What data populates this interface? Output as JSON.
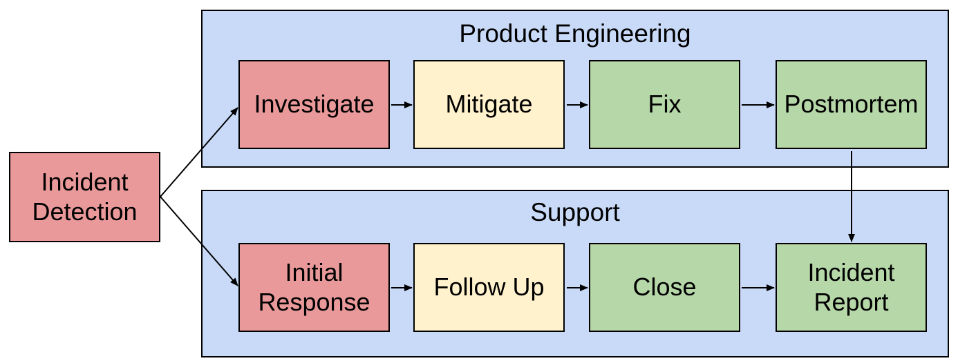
{
  "diagram": {
    "source": {
      "label": "Incident Detection",
      "fill": "#E99999"
    },
    "lanes": [
      {
        "title": "Product Engineering",
        "fill": "#C9DAF8",
        "nodes": [
          {
            "label": "Investigate",
            "fill": "#E99999"
          },
          {
            "label": "Mitigate",
            "fill": "#FFF2CC"
          },
          {
            "label": "Fix",
            "fill": "#B6D7A8"
          },
          {
            "label": "Postmortem",
            "fill": "#B6D7A8"
          }
        ]
      },
      {
        "title": "Support",
        "fill": "#C9DAF8",
        "nodes": [
          {
            "label": "Initial Response",
            "fill": "#E99999"
          },
          {
            "label": "Follow Up",
            "fill": "#FFF2CC"
          },
          {
            "label": "Close",
            "fill": "#B6D7A8"
          },
          {
            "label": "Incident Report",
            "fill": "#B6D7A8"
          }
        ]
      }
    ],
    "edges": [
      {
        "from": "Incident Detection",
        "to": "Investigate"
      },
      {
        "from": "Incident Detection",
        "to": "Initial Response"
      },
      {
        "from": "Investigate",
        "to": "Mitigate"
      },
      {
        "from": "Mitigate",
        "to": "Fix"
      },
      {
        "from": "Fix",
        "to": "Postmortem"
      },
      {
        "from": "Postmortem",
        "to": "Incident Report"
      },
      {
        "from": "Initial Response",
        "to": "Follow Up"
      },
      {
        "from": "Follow Up",
        "to": "Close"
      },
      {
        "from": "Close",
        "to": "Incident Report"
      }
    ],
    "colors": {
      "red": "#E99999",
      "yellow": "#FFF2CC",
      "green": "#B6D7A8",
      "lane_blue": "#C9DAF8",
      "border": "#000000",
      "background": "#FFFFFF"
    }
  }
}
